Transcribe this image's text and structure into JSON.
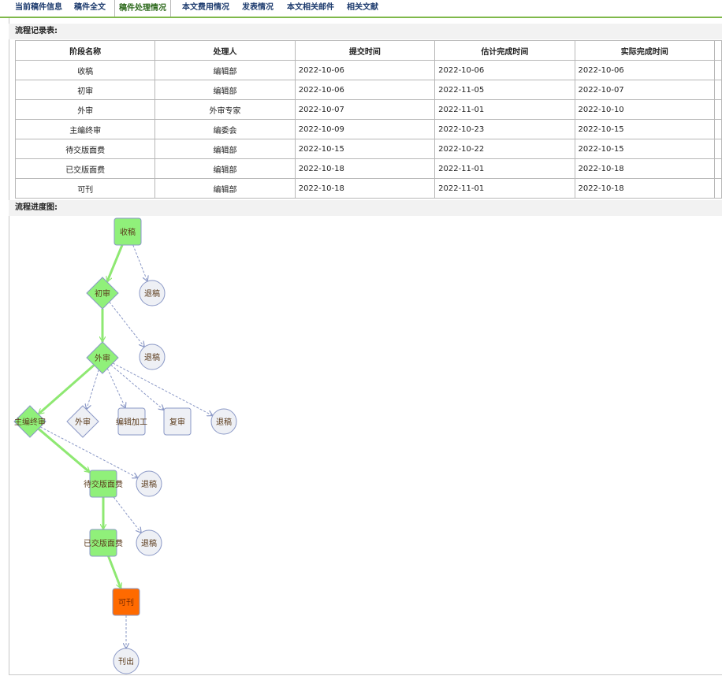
{
  "tabs": [
    {
      "label": "当前稿件信息"
    },
    {
      "label": "稿件全文"
    },
    {
      "label": "稿件处理情况"
    },
    {
      "label": "本文费用情况"
    },
    {
      "label": "发表情况"
    },
    {
      "label": "本文相关邮件"
    },
    {
      "label": "相关文献"
    }
  ],
  "active_tab": "稿件处理情况",
  "record_title": "流程记录表:",
  "table": {
    "headers": [
      "阶段名称",
      "处理人",
      "提交时间",
      "估计完成时间",
      "实际完成时间"
    ],
    "rows": [
      [
        "收稿",
        "编辑部",
        "2022-10-06",
        "2022-10-06",
        "2022-10-06"
      ],
      [
        "初审",
        "编辑部",
        "2022-10-06",
        "2022-11-05",
        "2022-10-07"
      ],
      [
        "外审",
        "外审专家",
        "2022-10-07",
        "2022-11-01",
        "2022-10-10"
      ],
      [
        "主编终审",
        "编委会",
        "2022-10-09",
        "2022-10-23",
        "2022-10-15"
      ],
      [
        "待交版面费",
        "编辑部",
        "2022-10-15",
        "2022-10-22",
        "2022-10-15"
      ],
      [
        "已交版面费",
        "编辑部",
        "2022-10-18",
        "2022-11-01",
        "2022-10-18"
      ],
      [
        "可刊",
        "编辑部",
        "2022-10-18",
        "2022-11-01",
        "2022-10-18"
      ]
    ]
  },
  "flow_title": "流程进度图:",
  "flow": {
    "colors": {
      "done": "#90f07a",
      "current": "#ff6a00",
      "pending": "#eef0f5",
      "border": "#8a98c6",
      "done_edge": "#8ee872",
      "option_edge": "#8a98c6"
    },
    "nodes": [
      {
        "id": "n1",
        "label": "收稿",
        "status": "done",
        "shape": "box"
      },
      {
        "id": "n2",
        "label": "初审",
        "status": "done",
        "shape": "diamond"
      },
      {
        "id": "n3",
        "label": "退稿",
        "status": "pending",
        "shape": "circle"
      },
      {
        "id": "n4",
        "label": "外审",
        "status": "done",
        "shape": "diamond"
      },
      {
        "id": "n5",
        "label": "退稿",
        "status": "pending",
        "shape": "circle"
      },
      {
        "id": "n6",
        "label": "主编终审",
        "status": "done",
        "shape": "diamond"
      },
      {
        "id": "n7",
        "label": "外审",
        "status": "pending",
        "shape": "diamond"
      },
      {
        "id": "n8",
        "label": "编辑加工",
        "status": "pending",
        "shape": "box"
      },
      {
        "id": "n9",
        "label": "复审",
        "status": "pending",
        "shape": "box"
      },
      {
        "id": "n10",
        "label": "退稿",
        "status": "pending",
        "shape": "circle"
      },
      {
        "id": "n11",
        "label": "待交版面费",
        "status": "done",
        "shape": "box"
      },
      {
        "id": "n12",
        "label": "退稿",
        "status": "pending",
        "shape": "circle"
      },
      {
        "id": "n13",
        "label": "已交版面费",
        "status": "done",
        "shape": "box"
      },
      {
        "id": "n14",
        "label": "退稿",
        "status": "pending",
        "shape": "circle"
      },
      {
        "id": "n15",
        "label": "可刊",
        "status": "current",
        "shape": "box"
      },
      {
        "id": "n16",
        "label": "刊出",
        "status": "pending",
        "shape": "circle"
      }
    ],
    "edges": [
      {
        "from": "n1",
        "to": "n2",
        "kind": "done"
      },
      {
        "from": "n1",
        "to": "n3",
        "kind": "option"
      },
      {
        "from": "n2",
        "to": "n4",
        "kind": "done"
      },
      {
        "from": "n2",
        "to": "n5",
        "kind": "option"
      },
      {
        "from": "n4",
        "to": "n6",
        "kind": "done"
      },
      {
        "from": "n4",
        "to": "n7",
        "kind": "option"
      },
      {
        "from": "n4",
        "to": "n8",
        "kind": "option"
      },
      {
        "from": "n4",
        "to": "n9",
        "kind": "option"
      },
      {
        "from": "n4",
        "to": "n10",
        "kind": "option"
      },
      {
        "from": "n6",
        "to": "n11",
        "kind": "done"
      },
      {
        "from": "n6",
        "to": "n12",
        "kind": "option"
      },
      {
        "from": "n11",
        "to": "n13",
        "kind": "done"
      },
      {
        "from": "n11",
        "to": "n14",
        "kind": "option"
      },
      {
        "from": "n13",
        "to": "n15",
        "kind": "done"
      },
      {
        "from": "n15",
        "to": "n16",
        "kind": "option"
      }
    ]
  }
}
